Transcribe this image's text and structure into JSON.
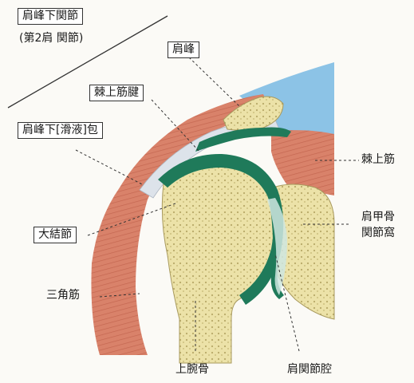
{
  "labels": {
    "subacromial_joint": "肩峰下関節",
    "subacromial_joint_sub": "(第2肩 関節)",
    "acromion": "肩峰",
    "supraspinatus_tendon": "棘上筋腱",
    "subacromial_bursa": "肩峰下[滑液]包",
    "greater_tubercle": "大結節",
    "deltoid": "三角筋",
    "supraspinatus": "棘上筋",
    "glenoid_line1": "肩甲骨",
    "glenoid_line2": "関節窩",
    "humerus": "上腕骨",
    "joint_cavity": "肩関節腔"
  },
  "colors": {
    "muscle": "#d9826a",
    "muscle_dark": "#b5523f",
    "bone": "#ece2a8",
    "cartilage": "#1f7a5a",
    "tendon": "#dde3ea",
    "blue_region": "#8cc3e6"
  }
}
